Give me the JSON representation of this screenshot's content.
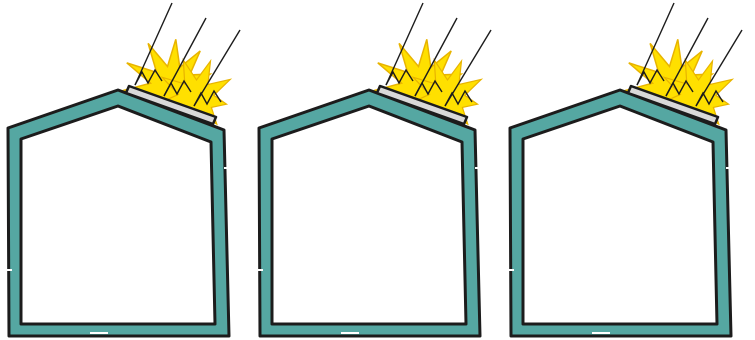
{
  "figure": {
    "panel_count": 3,
    "panels": [
      {
        "icon": "house-with-solar-panel"
      },
      {
        "icon": "house-with-solar-panel"
      },
      {
        "icon": "house-with-solar-panel"
      }
    ],
    "colors": {
      "wall_fill": "#55A7A2",
      "outline": "#1C1C1C",
      "interior": "#FFFFFF",
      "burst_fill": "#FFE000",
      "burst_stroke": "#E8B400",
      "panel_fill": "#D9D9D9",
      "ray": "#1C1C1C"
    }
  }
}
